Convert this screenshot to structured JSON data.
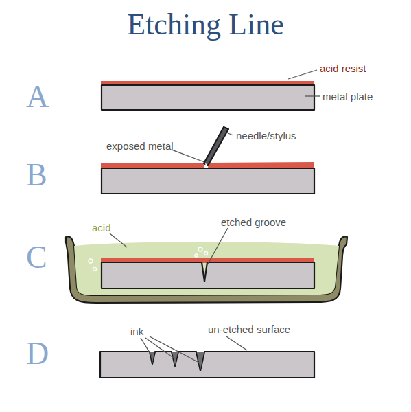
{
  "diagram": {
    "title": "Etching Line",
    "labels": [
      "A",
      "acid resist",
      "metal plate",
      "B",
      "exposed metal",
      "needle/stylus",
      "C",
      "acid",
      "etched groove",
      "D",
      "ink",
      "un-etched surface"
    ]
  }
}
